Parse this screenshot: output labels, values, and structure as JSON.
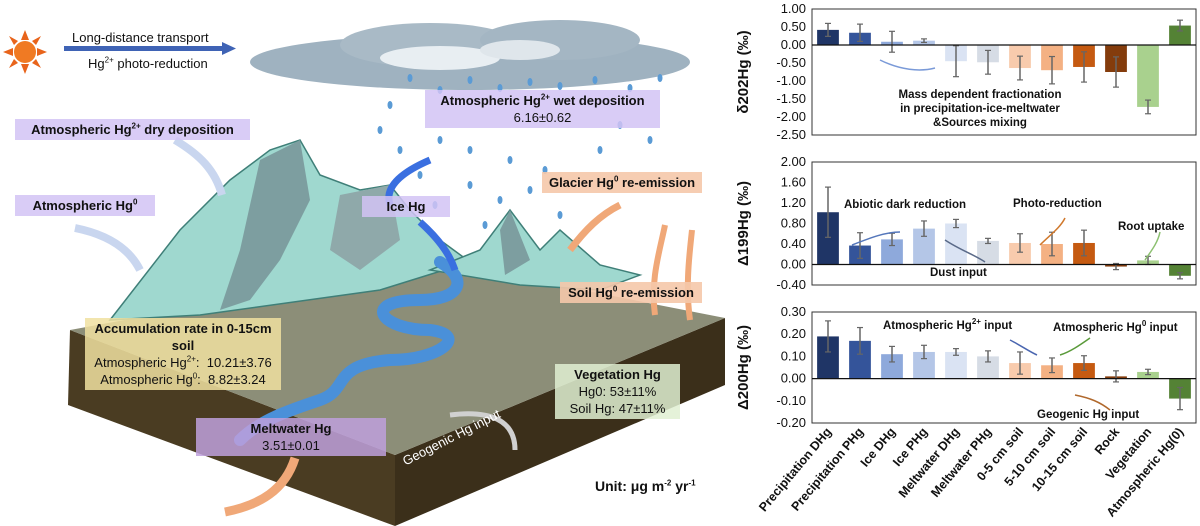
{
  "diagram": {
    "transport_label": "Long-distance transport",
    "photo_reduction_label": "Hg2+ photo-reduction",
    "wet_deposition": {
      "title": "Atmospheric Hg2+ wet deposition",
      "value": "6.16±0.62"
    },
    "dry_deposition": "Atmospheric Hg2+ dry deposition",
    "atmospheric_hg0": "Atmospheric Hg0",
    "ice_hg": "Ice Hg",
    "glacier_reemission": "Glacier Hg0 re-emission",
    "soil_reemission": "Soil Hg0 re-emission",
    "accumulation": {
      "title": "Accumulation rate in 0-15cm soil",
      "line1": "Atmospheric Hg2+:  10.21±3.76",
      "line2": "Atmospheric Hg0:  8.82±3.24"
    },
    "vegetation": {
      "title": "Vegetation Hg",
      "line1": "Hg0: 53±11%",
      "line2": "Soil Hg: 47±11%"
    },
    "meltwater": {
      "title": "Meltwater Hg",
      "value": "3.51±0.01"
    },
    "geogenic_input": "Geogenic Hg input",
    "unit": "Unit: μg m-2 yr-1"
  },
  "chart_data": [
    {
      "type": "bar",
      "ylabel": "δ202Hg (‰)",
      "ylim": [
        -2.5,
        1.0
      ],
      "yticks": [
        "1.00",
        "0.50",
        "0.00",
        "-0.50",
        "-1.00",
        "-1.50",
        "-2.00",
        "-2.50"
      ],
      "tickvals": [
        1.0,
        0.5,
        0,
        -0.5,
        -1.0,
        -1.5,
        -2.0,
        -2.5
      ],
      "values": [
        0.42,
        0.34,
        0.09,
        0.12,
        -0.45,
        -0.48,
        -0.64,
        -0.7,
        -0.61,
        -0.75,
        -1.72,
        0.54
      ],
      "errors": [
        0.18,
        0.24,
        0.29,
        0.05,
        0.43,
        0.33,
        0.33,
        0.38,
        0.42,
        0.42,
        0.19,
        0.15
      ],
      "annotations": [
        "Mass dependent fractionation",
        "in precipitation-ice-meltwater",
        "&Sources mixing"
      ]
    },
    {
      "type": "bar",
      "ylabel": "Δ199Hg (‰)",
      "ylim": [
        -0.4,
        2.0
      ],
      "yticks": [
        "2.00",
        "1.60",
        "1.20",
        "0.80",
        "0.40",
        "0.00",
        "-0.40"
      ],
      "tickvals": [
        2.0,
        1.6,
        1.2,
        0.8,
        0.4,
        0,
        -0.4
      ],
      "values": [
        1.02,
        0.37,
        0.49,
        0.7,
        0.8,
        0.46,
        0.42,
        0.4,
        0.42,
        -0.04,
        0.08,
        -0.22
      ],
      "errors": [
        0.49,
        0.25,
        0.12,
        0.15,
        0.08,
        0.05,
        0.18,
        0.23,
        0.25,
        0.06,
        0.08,
        0.06
      ],
      "annotations": [
        "Abiotic dark reduction",
        "Photo-reduction",
        "Root uptake",
        "Dust input"
      ]
    },
    {
      "type": "bar",
      "ylabel": "Δ200Hg (‰)",
      "ylim": [
        -0.2,
        0.3
      ],
      "yticks": [
        "0.30",
        "0.20",
        "0.10",
        "0.00",
        "-0.10",
        "-0.20"
      ],
      "tickvals": [
        0.3,
        0.2,
        0.1,
        0,
        -0.1,
        -0.2
      ],
      "values": [
        0.19,
        0.17,
        0.11,
        0.12,
        0.12,
        0.1,
        0.07,
        0.06,
        0.07,
        0.01,
        0.03,
        -0.09
      ],
      "errors": [
        0.07,
        0.06,
        0.035,
        0.03,
        0.015,
        0.025,
        0.05,
        0.033,
        0.033,
        0.025,
        0.012,
        0.05
      ],
      "annotations": [
        "Atmospheric Hg2+ input",
        "Atmospheric Hg0 input",
        "Geogenic Hg input"
      ]
    }
  ],
  "categories": [
    "Precipitation DHg",
    "Precipitation PHg",
    "Ice DHg",
    "Ice PHg",
    "Meltwater DHg",
    "Meltwater PHg",
    "0-5 cm soil",
    "5-10 cm soil",
    "10-15 cm soil",
    "Rock",
    "Vegetation",
    "Atmospheric Hg(0)"
  ],
  "colors": [
    "#1f3566",
    "#34549a",
    "#8ea9db",
    "#b4c6e7",
    "#dae3f3",
    "#d6dce5",
    "#f8cbad",
    "#f4b183",
    "#c55a11",
    "#843c0c",
    "#a9d18e",
    "#548235"
  ]
}
